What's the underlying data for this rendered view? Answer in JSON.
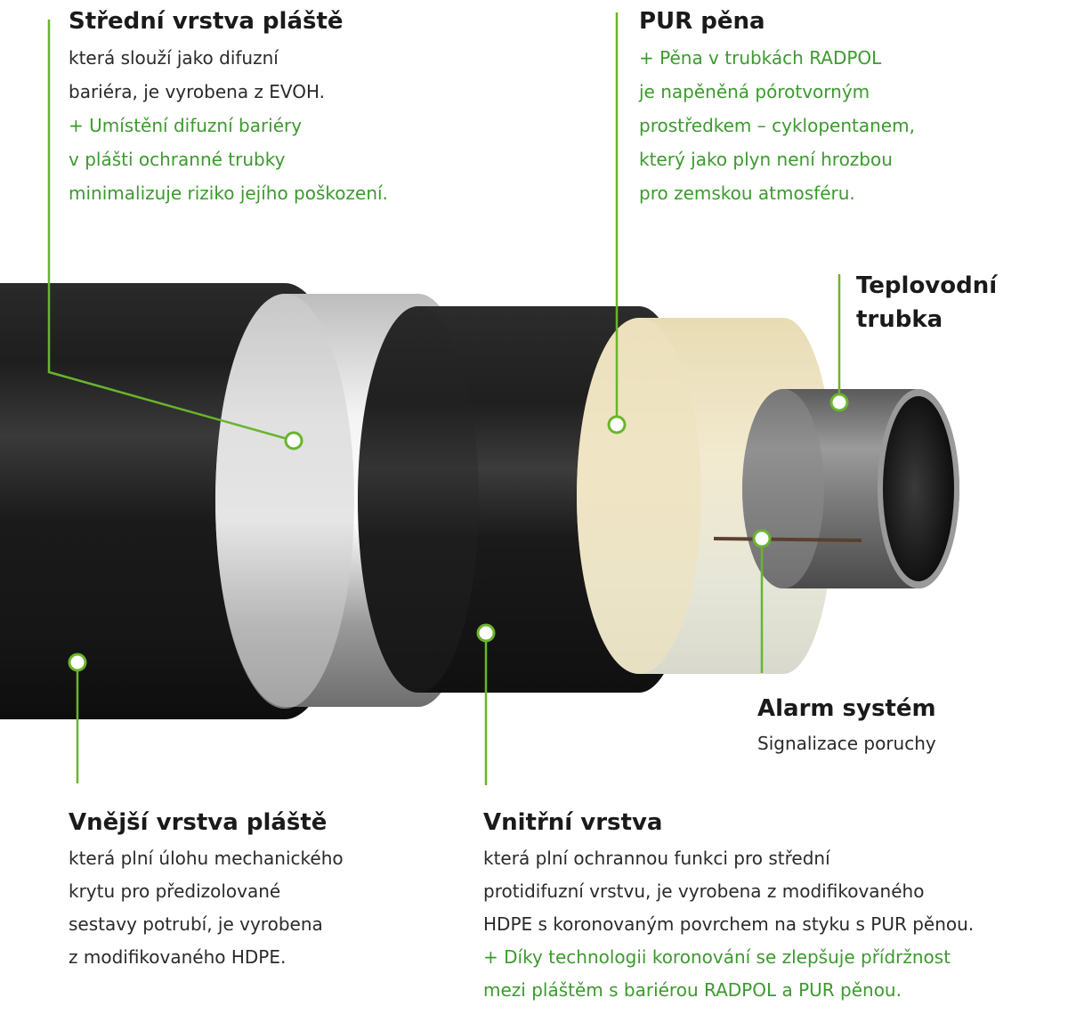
{
  "callouts": {
    "stredni": {
      "title": "Střední vrstva pláště",
      "lines": [
        {
          "text": "která slouží jako difuzní",
          "highlight": false
        },
        {
          "text": "bariéra, je vyrobena z EVOH.",
          "highlight": false
        },
        {
          "text": "+ Umístění difuzní bariéry",
          "highlight": true
        },
        {
          "text": "v plášti ochranné trubky",
          "highlight": true
        },
        {
          "text": "minimalizuje riziko jejího poškození.",
          "highlight": true
        }
      ]
    },
    "pur": {
      "title": "PUR pěna",
      "lines": [
        {
          "text": "+ Pěna v trubkách RADPOL",
          "highlight": true
        },
        {
          "text": "je napěněná pórotvorným",
          "highlight": true
        },
        {
          "text": "prostředkem – cyklopentanem,",
          "highlight": true
        },
        {
          "text": "který jako plyn není hrozbou",
          "highlight": true
        },
        {
          "text": "pro zemskou atmosféru.",
          "highlight": true
        }
      ]
    },
    "teplo": {
      "title_line1": "Teplovodní",
      "title_line2": "trubka"
    },
    "alarm": {
      "title": "Alarm systém",
      "lines": [
        {
          "text": "Signalizace poruchy",
          "highlight": false
        }
      ]
    },
    "vnejsi": {
      "title": "Vnější vrstva pláště",
      "lines": [
        {
          "text": "která plní úlohu mechanického",
          "highlight": false
        },
        {
          "text": "krytu pro předizolované",
          "highlight": false
        },
        {
          "text": "sestavy potrubí, je vyrobena",
          "highlight": false
        },
        {
          "text": "z modifikovaného HDPE.",
          "highlight": false
        }
      ]
    },
    "vnitrni": {
      "title": "Vnitřní vrstva",
      "lines": [
        {
          "text": "která plní ochrannou funkci pro střední",
          "highlight": false
        },
        {
          "text": "protidifuzní vrstvu, je vyrobena z modifikovaného",
          "highlight": false
        },
        {
          "text": "HDPE s koronovaným povrchem na styku s PUR pěnou.",
          "highlight": false
        },
        {
          "text": "+ Díky technologii koronování se zlepšuje přídržnost",
          "highlight": true
        },
        {
          "text": "mezi pláštěm s bariérou RADPOL a PUR pěnou.",
          "highlight": true
        }
      ]
    }
  },
  "colors": {
    "accent_green": "#6ab42d",
    "text_green": "#3c9a2e",
    "jacket_black": "#1c1c1c",
    "evoh_silver": "#d6d6d6",
    "pur_foam": "#efe6c6",
    "service_pipe_grey": "#7a7a7a"
  }
}
